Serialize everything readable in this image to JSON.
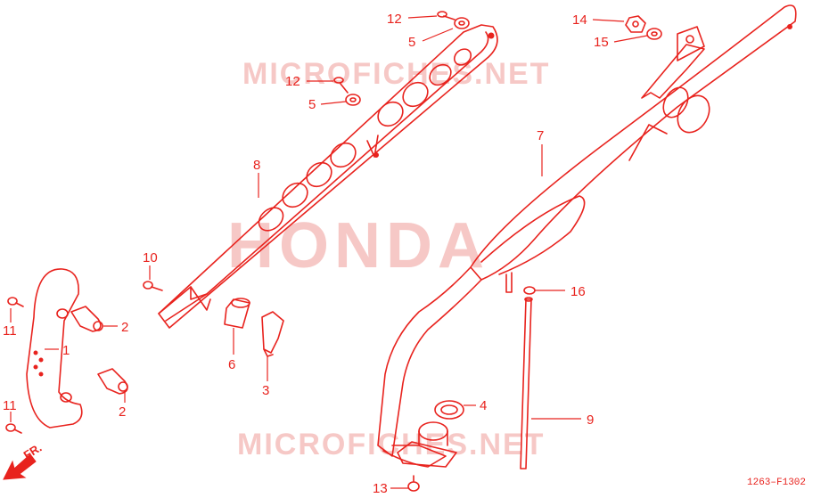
{
  "watermarks": {
    "top": "MICROFICHES.NET",
    "center": "HONDA",
    "bottom": "MICROFICHES.NET"
  },
  "callouts": [
    "12",
    "5",
    "12",
    "5",
    "14",
    "15",
    "8",
    "7",
    "10",
    "16",
    "11",
    "1",
    "2",
    "2",
    "6",
    "3",
    "4",
    "9",
    "11",
    "13"
  ],
  "front_indicator": "FR.",
  "diagram_code": "1263–F1302",
  "colors": {
    "line": "#e8231e",
    "watermark": "#f6c8c6"
  }
}
